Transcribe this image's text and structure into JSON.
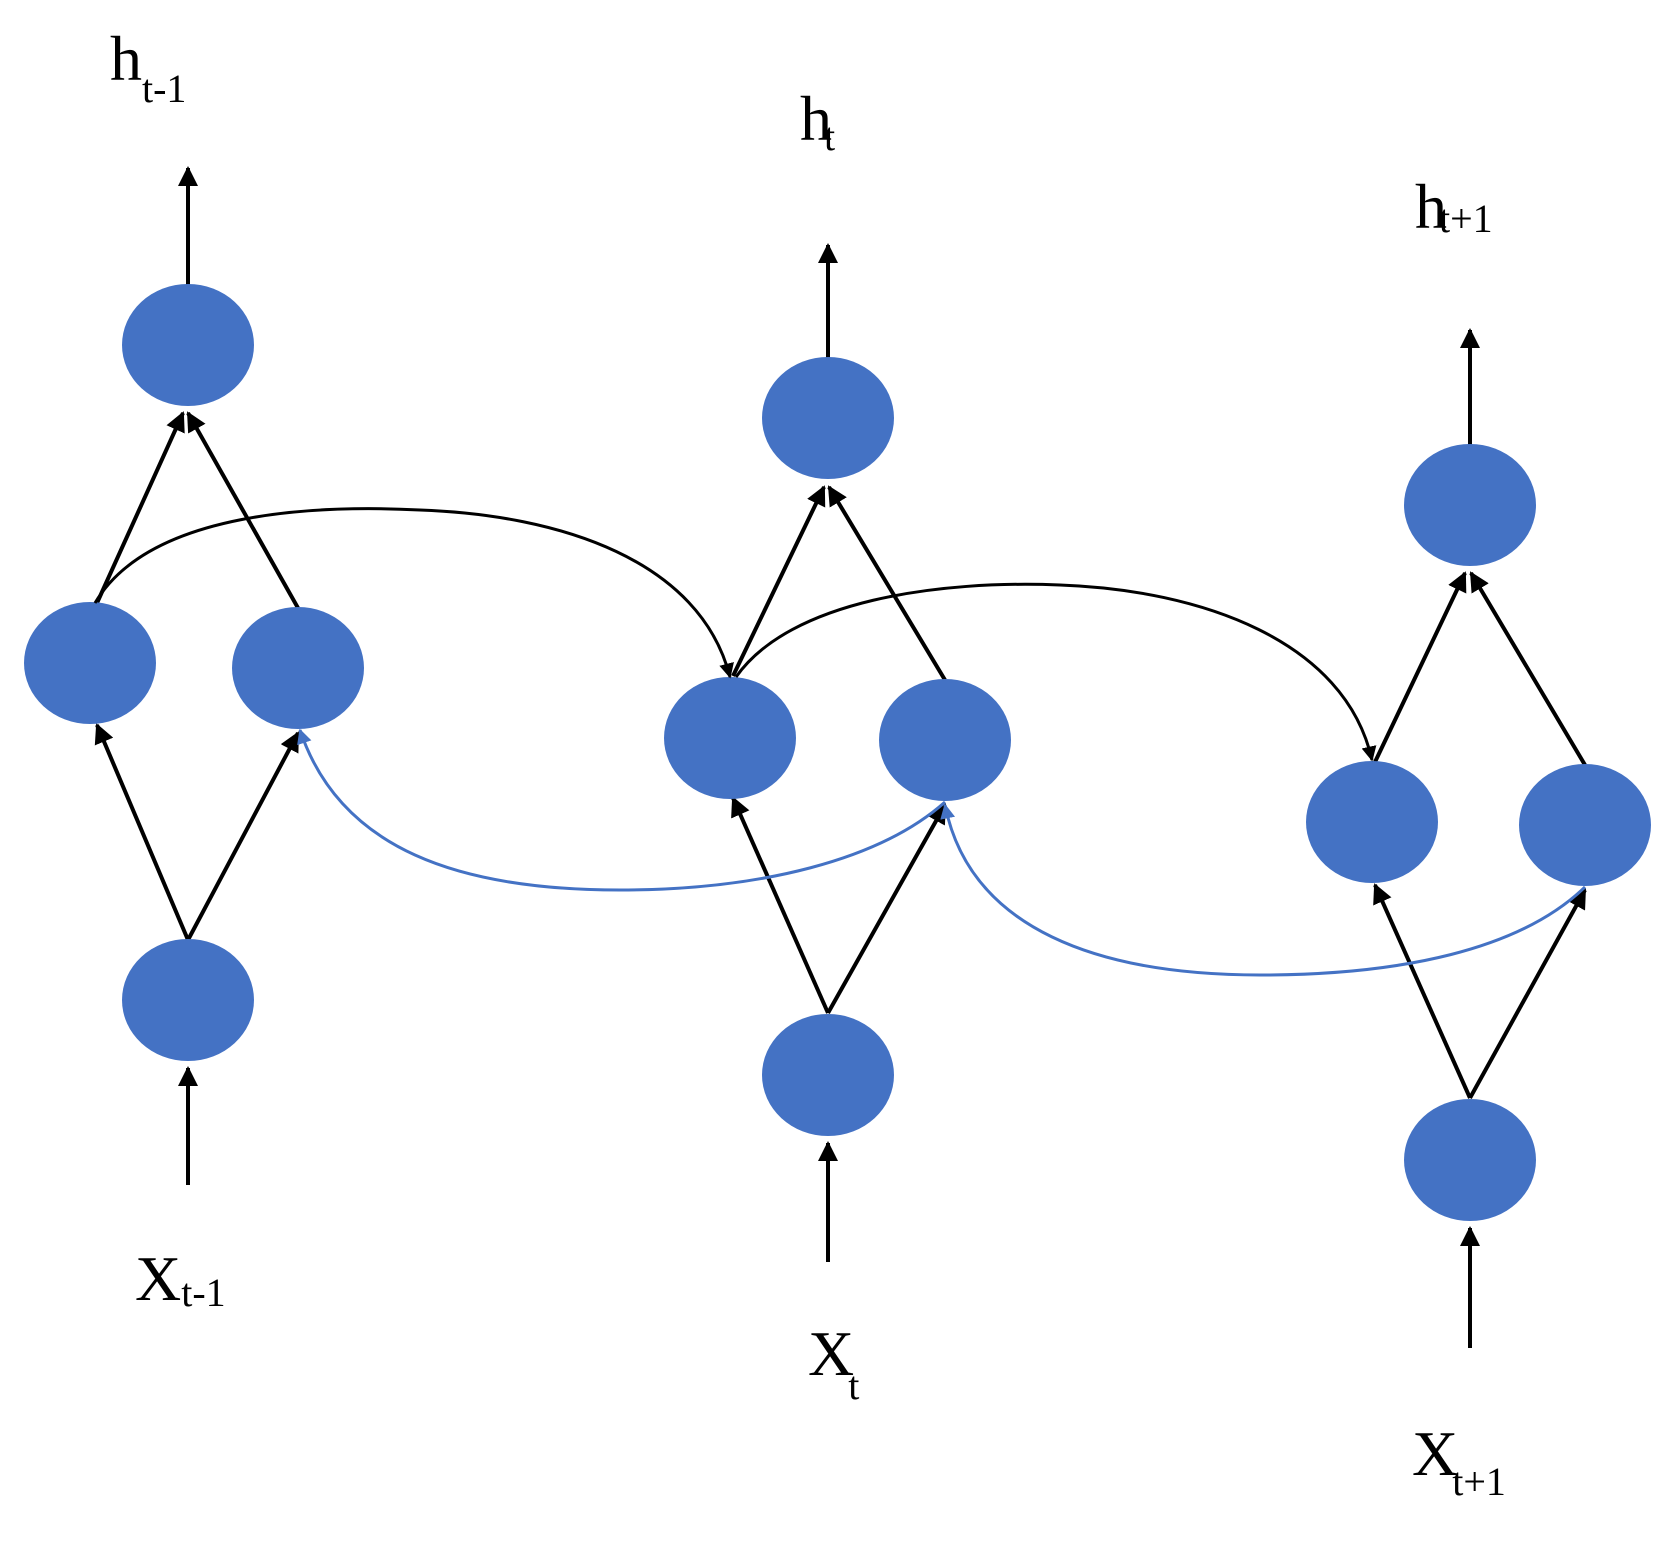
{
  "colors": {
    "node": "#4472c4",
    "forward_edge": "#000000",
    "backward_edge": "#4472c4",
    "background": "#ffffff"
  },
  "timesteps": [
    {
      "id": "t-1",
      "output": {
        "main": "h",
        "sub": "t-1"
      },
      "input": {
        "main": "X",
        "sub": "t-1"
      }
    },
    {
      "id": "t",
      "output": {
        "main": "h",
        "sub": "t"
      },
      "input": {
        "main": "X",
        "sub": "t"
      }
    },
    {
      "id": "t+1",
      "output": {
        "main": "h",
        "sub": "t+1"
      },
      "input": {
        "main": "X",
        "sub": "t+1"
      }
    }
  ]
}
